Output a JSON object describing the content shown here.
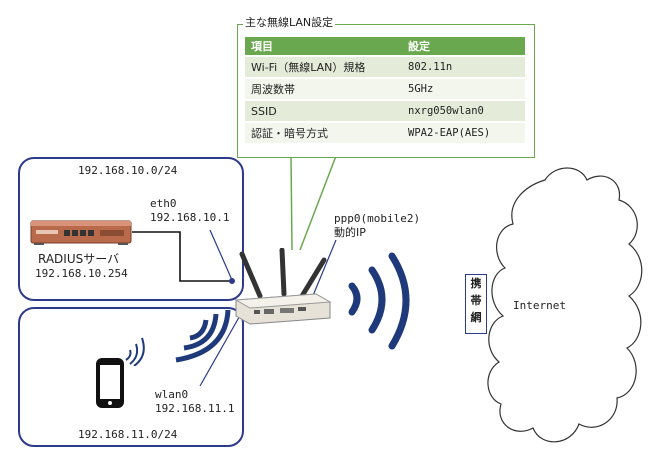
{
  "settings_table": {
    "title": "主な無線LAN設定",
    "header": [
      "項目",
      "設定"
    ],
    "rows": [
      {
        "item": "Wi-Fi（無線LAN）規格",
        "value": "802.11n"
      },
      {
        "item": "周波数帯",
        "value": "5GHz"
      },
      {
        "item": "SSID",
        "value": "nxrg050wlan0"
      },
      {
        "item": "認証・暗号方式",
        "value": "WPA2-EAP(AES)"
      }
    ]
  },
  "lan_top": {
    "network": "192.168.10.0/24",
    "iface": "eth0",
    "iface_ip": "192.168.10.1",
    "server_label": "RADIUSサーバ",
    "server_ip": "192.168.10.254"
  },
  "lan_bottom": {
    "network": "192.168.11.0/24",
    "iface": "wlan0",
    "iface_ip": "192.168.11.1"
  },
  "wan": {
    "iface": "ppp0(mobile2)",
    "ip_type": "動的IP",
    "mobile_label": [
      "携",
      "帯",
      "網"
    ],
    "cloud_label": "Internet"
  },
  "colors": {
    "network_border": "#2c3a8c",
    "table_header": "#6aa84f",
    "wireless": "#1f3a7a"
  }
}
